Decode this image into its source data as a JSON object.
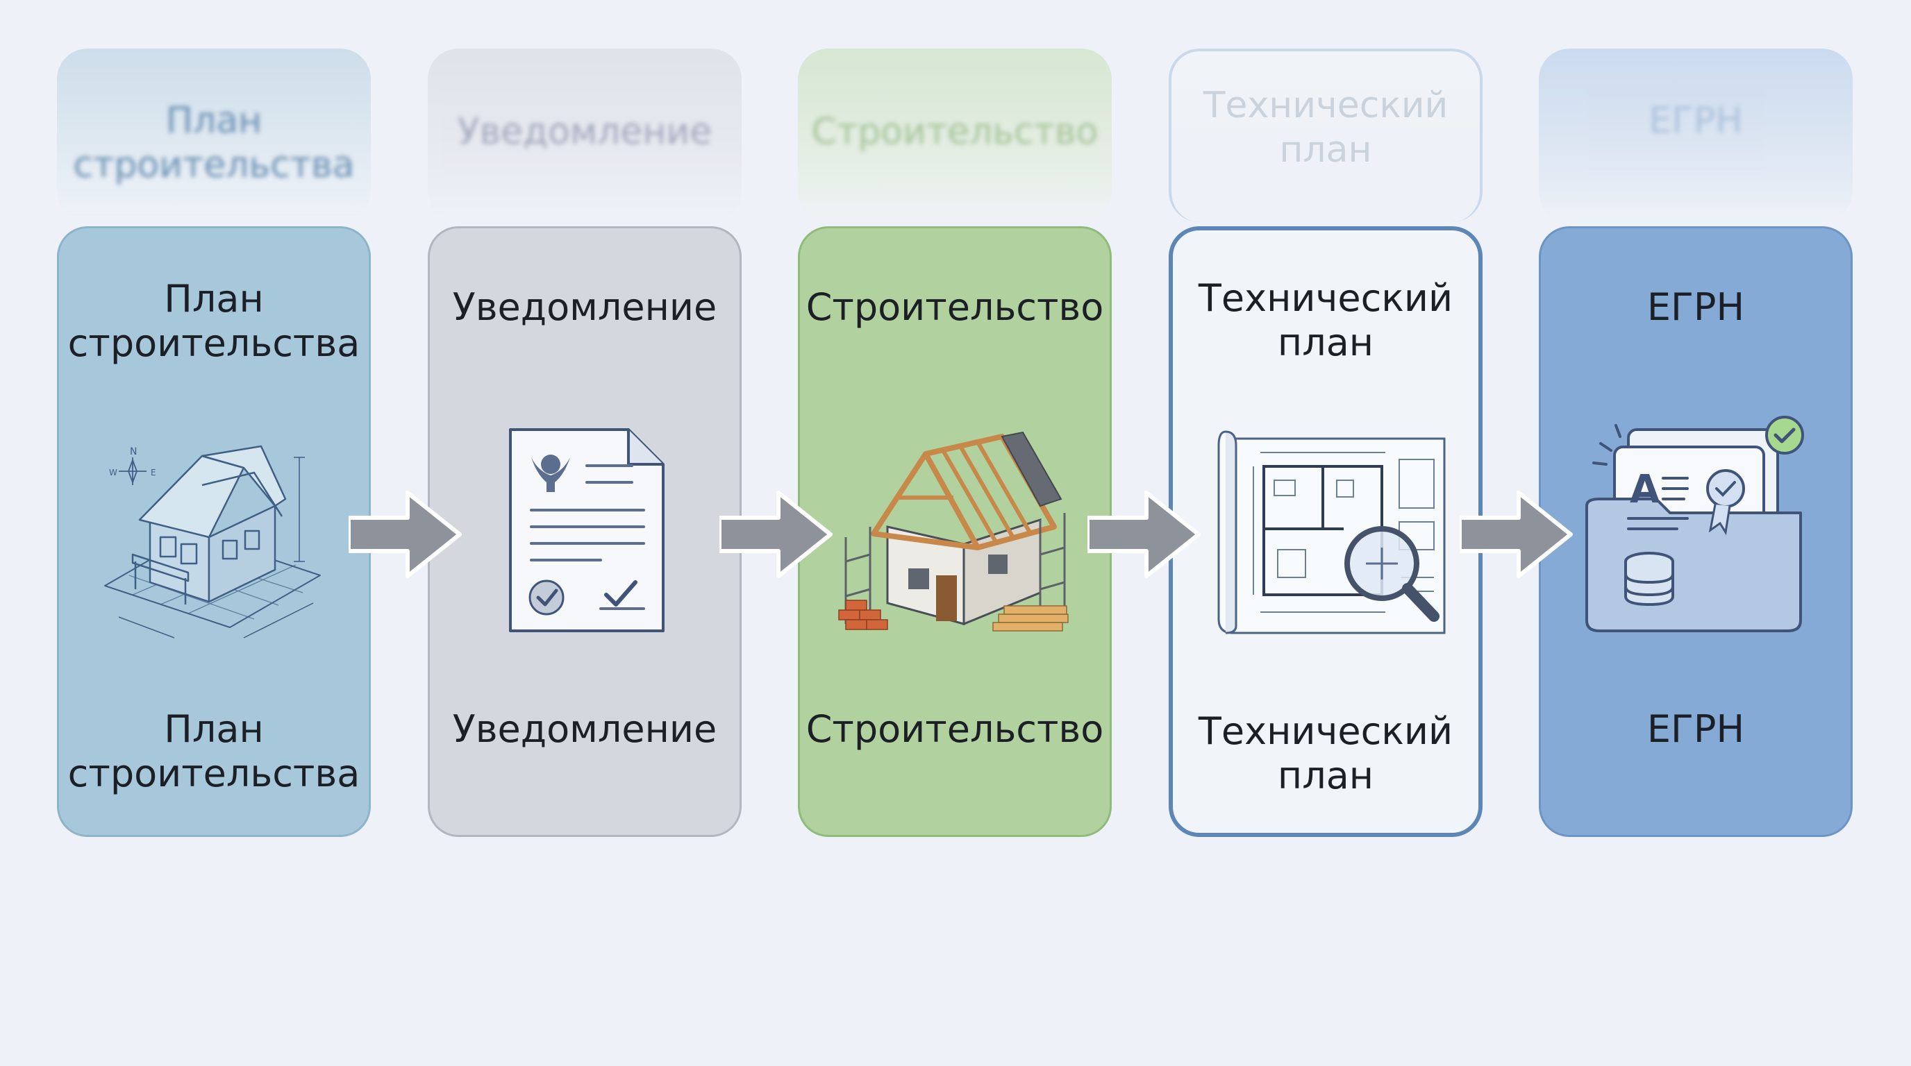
{
  "steps": [
    {
      "ghost": "План строительства",
      "top": "План\nстроительства",
      "bottom": "План\nстроительства",
      "icon": "house-sketch-icon"
    },
    {
      "ghost": "Уведомление",
      "top": "Уведомление",
      "bottom": "Уведомление",
      "icon": "document-checkmarks-icon"
    },
    {
      "ghost": "Строительство",
      "top": "Строительство",
      "bottom": "Строительство",
      "icon": "house-construction-icon"
    },
    {
      "ghost": "Технический\nплан",
      "top": "Технический\nплан",
      "bottom": "Технический\nплан",
      "icon": "blueprint-magnifier-icon"
    },
    {
      "ghost": "ЕГРН",
      "top": "ЕГРН",
      "bottom": "ЕГРН",
      "icon": "registry-folder-database-icon"
    }
  ],
  "colors": {
    "step1": "#a7c8db",
    "step2": "#d4d7dd",
    "step3": "#b1d29e",
    "step4": "#f1f5fa",
    "step5": "#84aad5",
    "arrow": "#8e939b",
    "background": "#eef2f8"
  }
}
